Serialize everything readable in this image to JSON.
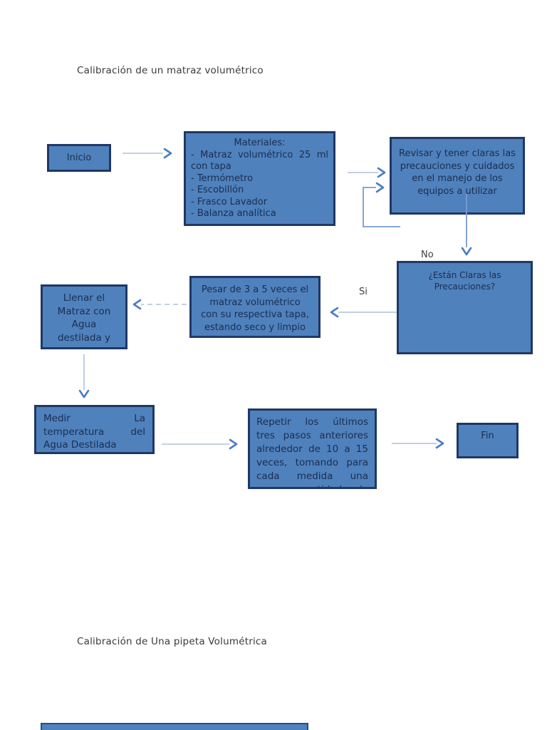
{
  "page": {
    "title_top": "Calibración de un matraz volumétrico",
    "title_bottom": "Calibración de Una pipeta Volumétrica"
  },
  "colors": {
    "box_fill": "#4f81bd",
    "box_border": "#1f3864",
    "box_text": "#1b2e4e",
    "connector": "#b0c1da",
    "connector_dark": "#7b9bd0",
    "arrowhead": "#4a7ec0"
  },
  "nodes": {
    "inicio": {
      "label": "Inicio"
    },
    "materiales": {
      "heading": "Materiales:",
      "items": [
        "- Matraz volumétrico 25 ml con tapa",
        "- Termómetro",
        "- Escobillón",
        "- Frasco Lavador",
        "- Balanza analítica"
      ]
    },
    "revisar": {
      "lines": [
        "Revisar y tener claras las",
        "precauciones y cuidados",
        "en el manejo de los",
        "equipos a utilizar"
      ]
    },
    "decision": {
      "lines": [
        "¿Están Claras las",
        "Precauciones?"
      ]
    },
    "pesar": {
      "lines": [
        "Pesar de 3 a 5 veces el",
        "matraz volumétrico",
        "con su respectiva tapa,",
        "estando seco y limpio"
      ]
    },
    "llenar": {
      "lines": [
        "Llenar el",
        "Matraz con",
        "Agua",
        "destilada y"
      ]
    },
    "medir": {
      "lines": [
        "Medir La",
        "temperatura del",
        "Agua Destilada"
      ]
    },
    "repetir": {
      "lines": [
        "Repetir los últimos",
        "tres pasos anteriores",
        "alrededor de 10 a 15",
        "veces, tomando para",
        "cada medida una",
        "nueva cantidad de"
      ]
    },
    "fin": {
      "label": "Fin"
    }
  },
  "edge_labels": {
    "no": "No",
    "si": "Si"
  }
}
